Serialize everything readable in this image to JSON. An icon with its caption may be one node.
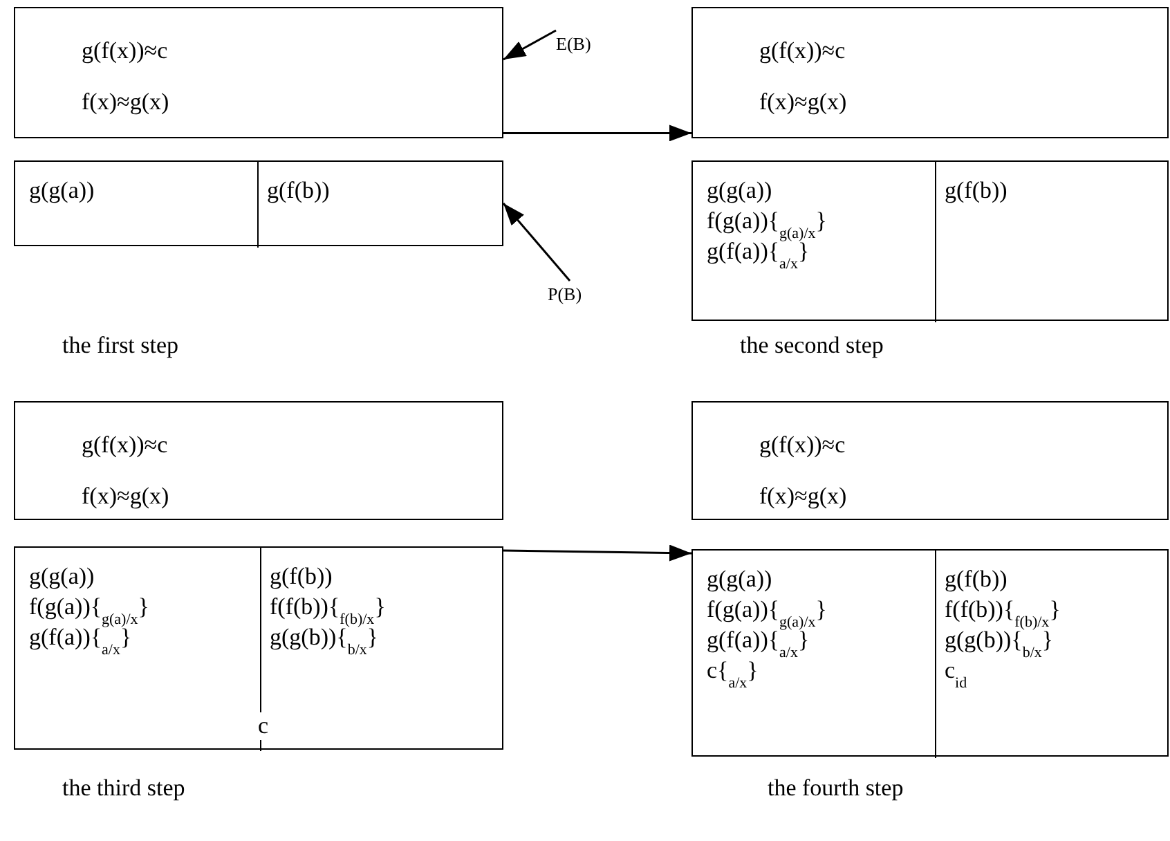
{
  "diagram": {
    "nodes": [
      {
        "text": [
          "g(f(x))≈c",
          "f(x)≈g(x)"
        ]
      },
      {
        "text": [
          "E(B)"
        ]
      },
      {
        "text": [],
        "shape": "box"
      },
      {
        "text": [
          "g(g(a))"
        ],
        "in": 2
      },
      {
        "text": [
          "g(f(b))"
        ],
        "in": 2
      },
      {
        "text": [
          "P(B)"
        ]
      },
      {
        "text": [
          "g(f(x))≈c",
          "f(x)≈g(x)"
        ]
      },
      {
        "text": [],
        "shape": "box"
      },
      {
        "text": [
          "g(g(a))",
          "f(g(a)){$_{g(a)/x}$}",
          "g(f(a)){$_{a/x}$}"
        ],
        "in": 7
      },
      {
        "text": [
          "g(f(b))"
        ],
        "in": 7
      },
      {
        "text": [
          "g(f(x))≈c",
          "f(x)≈g(x)"
        ]
      },
      {
        "text": [],
        "shape": "box"
      },
      {
        "text": [
          "g(g(a))",
          "f(g(a)){$_{g(a)/x}$}",
          "g(f(a)){$_{a/x}$}"
        ],
        "in": 11,
        "beside": [
          "c"
        ]
      },
      {
        "text": [
          "g(f(b))",
          "f(f(b)){$_{f(b)/x}$}",
          "g(g(b)){$_{b/x}$}"
        ],
        "in": 11
      },
      {
        "text": [
          "g(f(x))≈c",
          "f(x)≈g(x)"
        ]
      },
      {
        "text": [],
        "shape": "box"
      },
      {
        "text": [
          "g(g(a))",
          "f(g(a)){$_{g(a)/x}$}",
          "g(f(a)){$_{a/x}$}",
          "c{$_{a/x}$}"
        ],
        "in": 15
      },
      {
        "text": [
          "g(f(b))",
          "f(f(b)){$_{f(b)/x}$}",
          "g(g(b)){$_{b/x}$}",
          "c$_{id}$"
        ],
        "in": 15
      }
    ],
    "edges": [
      {
        "from": 1,
        "to": 0,
        "arrow": "to"
      },
      {
        "from": 5,
        "to": 2,
        "arrow": "to"
      },
      {
        "from": 0,
        "to": 6,
        "arrow": "to"
      },
      {
        "from": 11,
        "to": 15,
        "arrow": "to"
      }
    ],
    "labels": [
      "the first step",
      "the second step",
      "the third step",
      "the fourth step"
    ]
  }
}
